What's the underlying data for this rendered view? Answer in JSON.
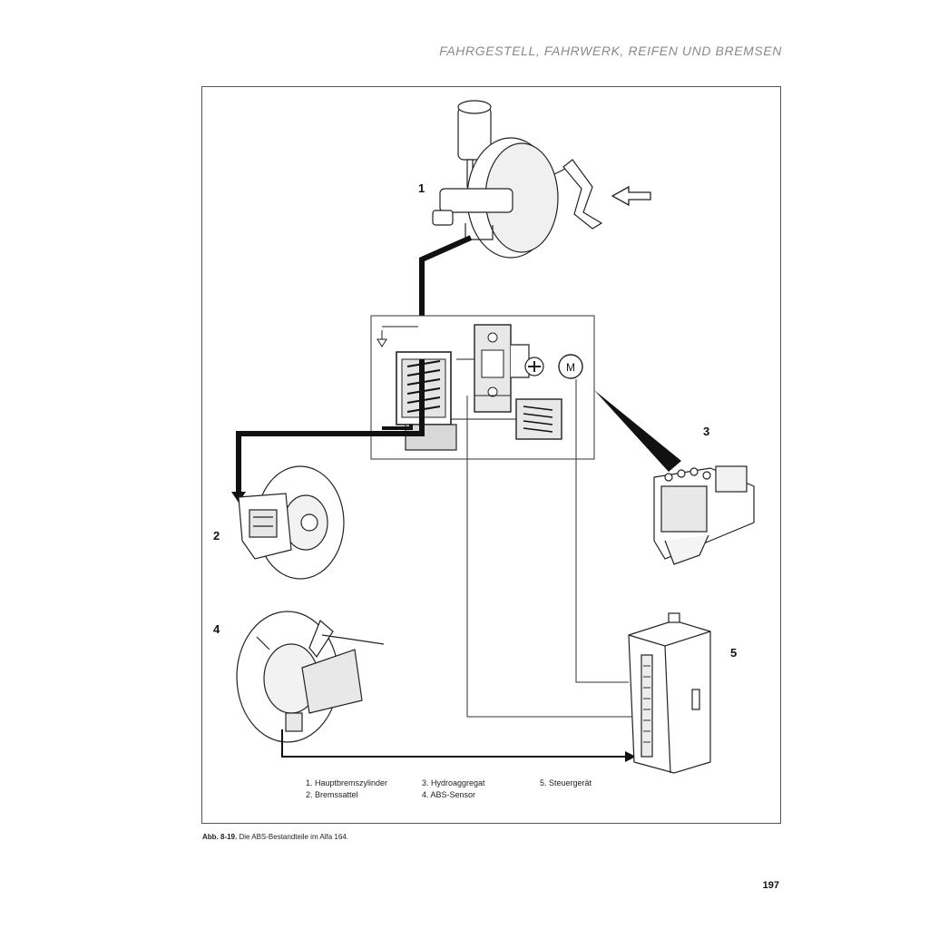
{
  "header": {
    "running_title": "FAHRGESTELL, FAHRWERK, REIFEN UND BREMSEN"
  },
  "figure": {
    "part_numbers": [
      "1",
      "2",
      "3",
      "4",
      "5"
    ],
    "legend": {
      "item1": "1. Hauptbremszylinder",
      "item2": "2. Bremssattel",
      "item3": "3. Hydroaggregat",
      "item4": "4. ABS-Sensor",
      "item5": "5. Steuergerät"
    },
    "motor_label": "M"
  },
  "caption": {
    "label": "Abb. 8-19.",
    "text": "Die ABS-Bestandteile im Alfa 164."
  },
  "footer": {
    "page_number": "197"
  }
}
